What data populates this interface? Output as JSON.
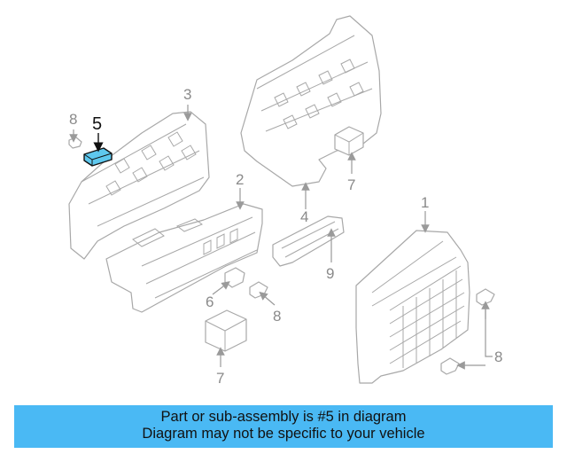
{
  "diagram": {
    "callouts": {
      "n1": "1",
      "n2": "2",
      "n3": "3",
      "n4": "4",
      "n5": "5",
      "n6": "6",
      "n7a": "7",
      "n7b": "7",
      "n8a": "8",
      "n8b": "8",
      "n8c": "8",
      "n9": "9"
    },
    "highlight_color": "#5ec8ee"
  },
  "banner": {
    "line1": "Part or sub-assembly is #5 in diagram",
    "line2": "Diagram may not be specific to your vehicle",
    "color": "#4ab9f4"
  }
}
